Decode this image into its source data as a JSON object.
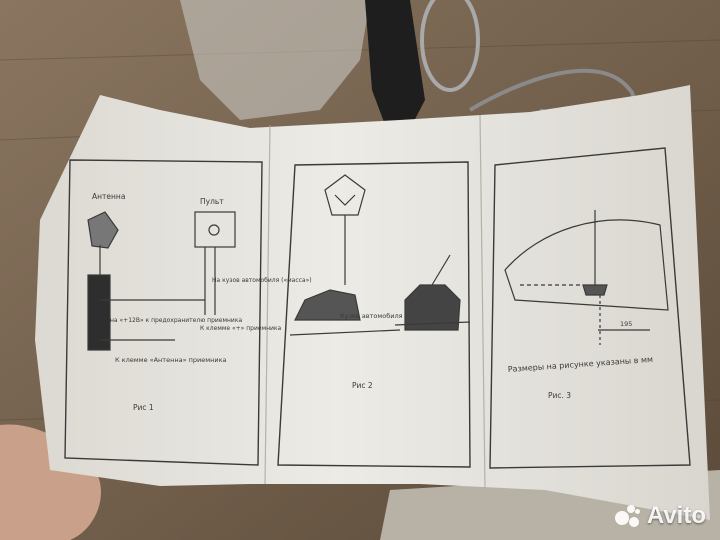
{
  "fig1": {
    "label_antenna": "Антенна",
    "label_pult": "Пульт",
    "label_power": "на «+12В» к предохранителю приемника",
    "label_body": "На кузов автомобиля («масса»)",
    "label_clamp_plus": "К клемме «+» приемника",
    "label_clamp_antenna": "К клемме «Антенна» приемника",
    "caption": "Рис 1"
  },
  "fig2": {
    "label_kuzov": "Кузов автомобиля",
    "caption": "Рис 2"
  },
  "fig3": {
    "dim_195": "195",
    "note": "Размеры на рисунке указаны в мм",
    "caption": "Рис. 3"
  },
  "watermark": {
    "text": "Avito"
  },
  "colors": {
    "paper": "#e6e3dc",
    "ink": "#3a3a3a",
    "floor": "#7a6652"
  }
}
